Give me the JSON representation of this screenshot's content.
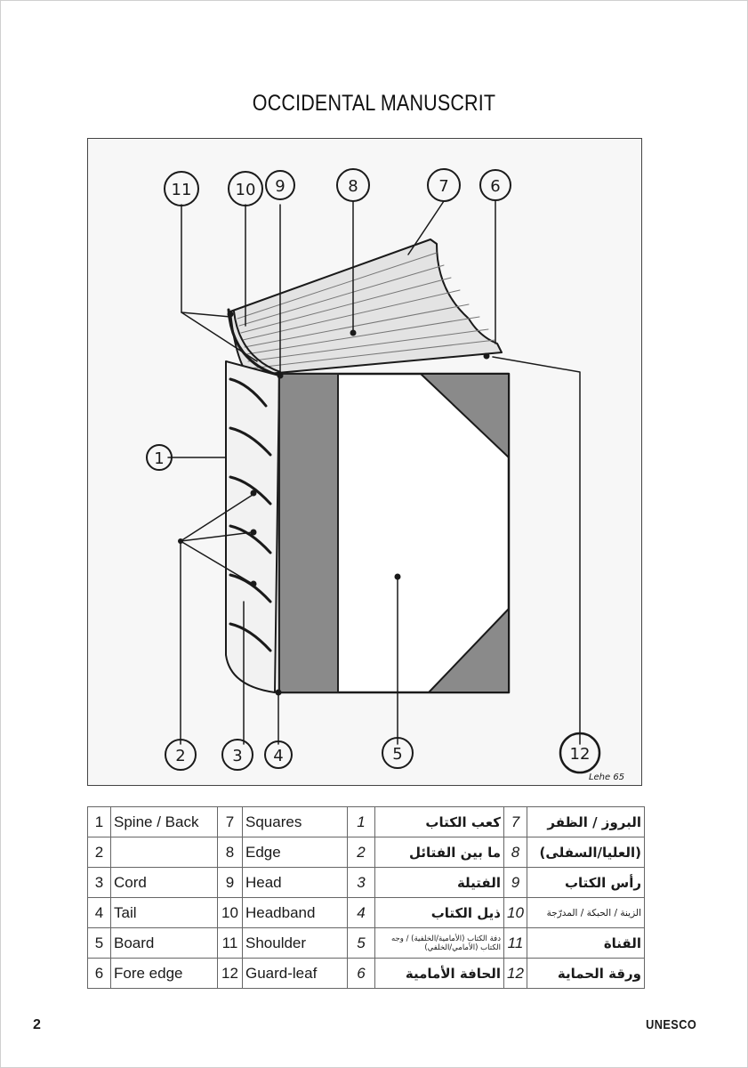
{
  "title": "OCCIDENTAL MANUSCRIT",
  "figure": {
    "callouts": [
      "1",
      "2",
      "3",
      "4",
      "5",
      "6",
      "7",
      "8",
      "9",
      "10",
      "11",
      "12"
    ],
    "signature": "Lehe 65"
  },
  "legend": {
    "rows": [
      {
        "n1": "1",
        "l1": "Spine / Back",
        "n2": "7",
        "l2": "Squares",
        "a1n": "1",
        "a1": "كعب الكتاب",
        "a2n": "7",
        "a2": "البروز / الظفر"
      },
      {
        "n1": "2",
        "l1": "",
        "n2": "8",
        "l2": "Edge",
        "a1n": "2",
        "a1": "ما بين الفتائل",
        "a2n": "8",
        "a2": "(العليا/السفلى)"
      },
      {
        "n1": "3",
        "l1": "Cord",
        "n2": "9",
        "l2": "Head",
        "a1n": "3",
        "a1": "الفتيلة",
        "a2n": "9",
        "a2": "رأس الكتاب"
      },
      {
        "n1": "4",
        "l1": "Tail",
        "n2": "10",
        "l2": "Headband",
        "a1n": "4",
        "a1": "ذيل الكتاب",
        "a2n": "10",
        "a2": "الزينة / الحبكة / المدرّجة"
      },
      {
        "n1": "5",
        "l1": "Board",
        "n2": "11",
        "l2": "Shoulder",
        "a1n": "5",
        "a1": "دفة الكتاب (الأمامية/الخلفية) / وجه الكتاب (الأمامي/الخلفي)",
        "a2n": "11",
        "a2": "القناة"
      },
      {
        "n1": "6",
        "l1": "Fore edge",
        "n2": "12",
        "l2": "Guard-leaf",
        "a1n": "6",
        "a1": "الحافة الأمامية",
        "a2n": "12",
        "a2": "ورقة الحماية"
      }
    ]
  },
  "footer": {
    "page_number": "2",
    "publisher": "UNESCO"
  }
}
